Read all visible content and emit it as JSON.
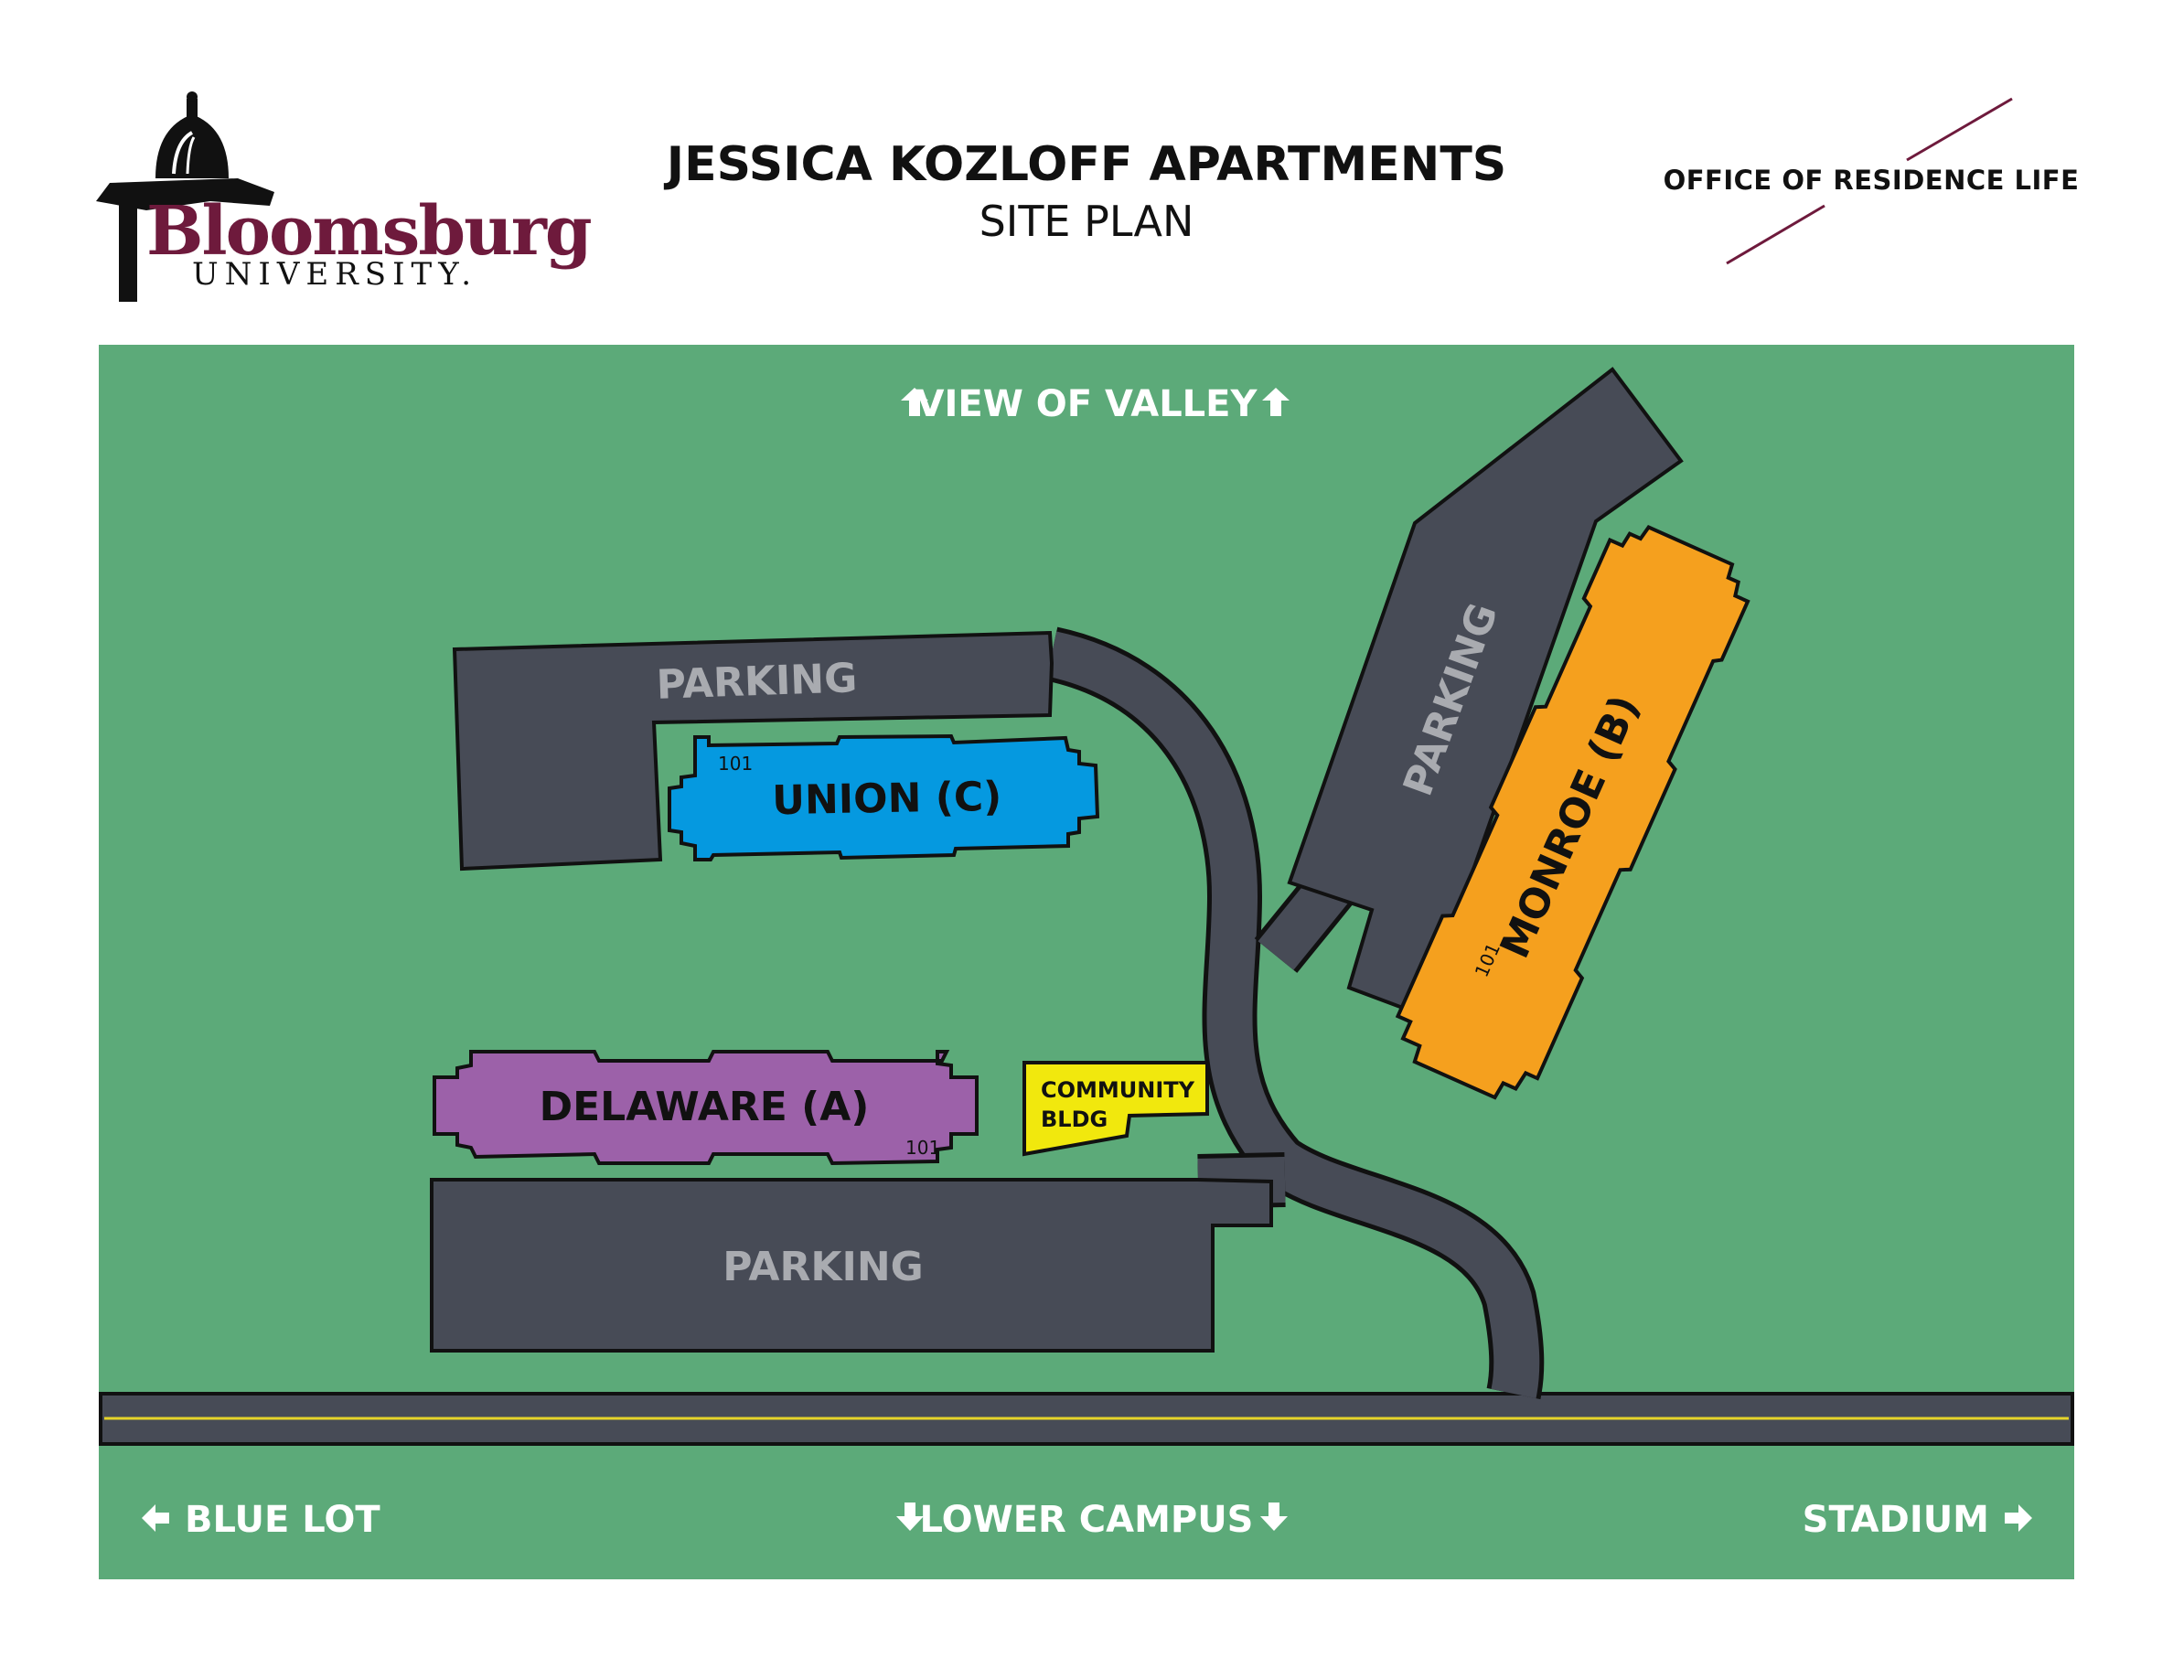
{
  "header": {
    "logo_word": "Bloomsburg",
    "logo_sub": "UNIVERSITY.",
    "title": "JESSICA KOZLOFF APARTMENTS",
    "subtitle": "SITE PLAN",
    "office": "OFFICE OF RESIDENCE LIFE"
  },
  "map": {
    "directions": {
      "top": "VIEW OF VALLEY",
      "left": "BLUE LOT",
      "bottom": "LOWER CAMPUS",
      "right": "STADIUM"
    },
    "parking_label": "PARKING",
    "buildings": {
      "union": {
        "name": "UNION (C)",
        "unit": "101"
      },
      "delaware": {
        "name": "DELAWARE (A)",
        "unit": "101"
      },
      "monroe": {
        "name": "MONROE (B)",
        "unit": "101"
      },
      "community_line1": "COMMUNITY",
      "community_line2": "BLDG"
    }
  },
  "colors": {
    "grass": "#5caa79",
    "pavement": "#474b56",
    "union": "#0599e0",
    "delaware": "#9c61a9",
    "monroe": "#f5a01e",
    "community": "#f1e80d",
    "brand": "#6e1a3c"
  }
}
